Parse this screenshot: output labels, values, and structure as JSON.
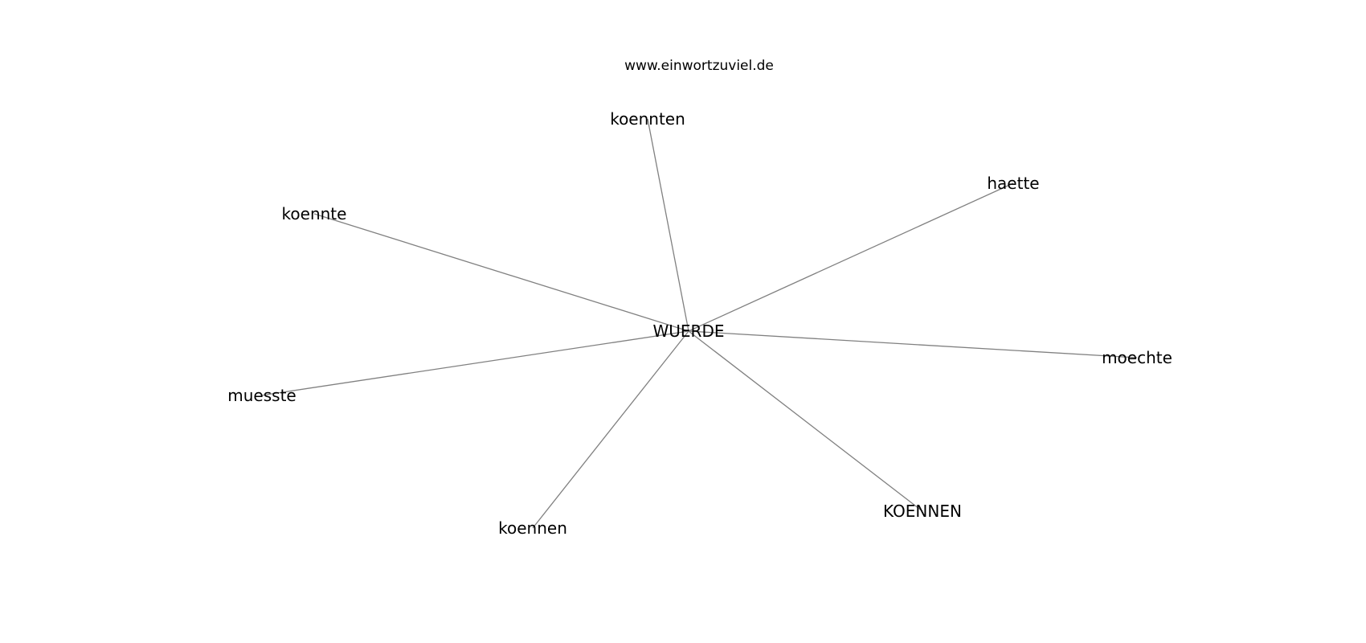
{
  "source": "www.einwortzuviel.de",
  "graph": {
    "center": "WUERDE",
    "nodes": [
      "koennten",
      "haette",
      "koennte",
      "moechte",
      "muesste",
      "KOENNEN",
      "koennen"
    ],
    "colors": {
      "edge": "#808080",
      "text": "#000000"
    }
  }
}
